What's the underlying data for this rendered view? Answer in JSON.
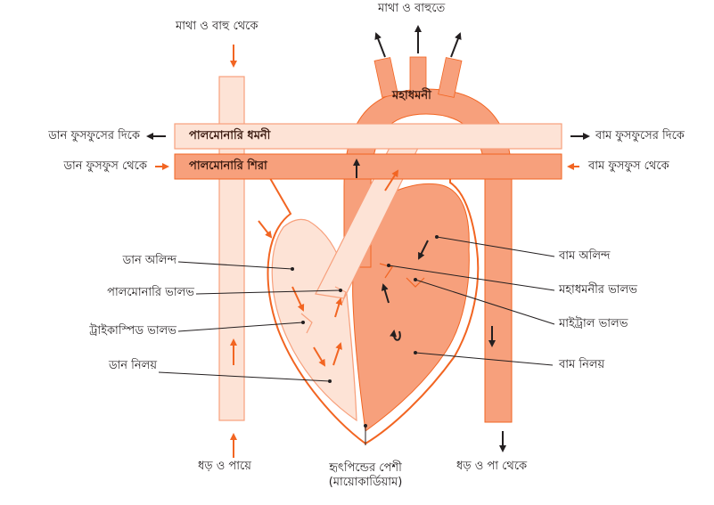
{
  "diagram": {
    "colors": {
      "dark_orange": "#f7a07c",
      "light_orange": "#fde3d6",
      "outline": "#f26522",
      "arrow_black": "#231f20",
      "text": "#231f20"
    },
    "vessels": {
      "pulmonary_artery": "পালমোনারি ধমনী",
      "pulmonary_vein": "পালমোনারি শিরা",
      "aorta": "মহাধমনী"
    },
    "flow_labels": {
      "from_head_arms": "মাথা ও বাহু থেকে",
      "to_head_arms": "মাথা ও বাহুতে",
      "to_right_lung": "ডান ফুসফুসের দিকে",
      "from_right_lung": "ডান ফুসফুস থেকে",
      "to_left_lung": "বাম ফুসফুসের দিকে",
      "from_left_lung": "বাম ফুসফুস থেকে",
      "to_body_legs": "ধড় ও পায়ে",
      "from_body_legs": "ধড় ও পা থেকে"
    },
    "parts": {
      "right_atrium": "ডান অলিন্দ",
      "pulmonary_valve": "পালমোনারি ভালভ",
      "tricuspid_valve": "ট্রাইকাস্পিড ভালভ",
      "right_ventricle": "ডান নিলয়",
      "left_atrium": "বাম অলিন্দ",
      "aortic_valve": "মহাধমনীর ভালভ",
      "mitral_valve": "মাইট্রাল ভালভ",
      "left_ventricle": "বাম নিলয়",
      "myocardium_line1": "হৃৎপিন্ডের পেশী",
      "myocardium_line2": "(মায়োকার্ডিয়াম)"
    }
  }
}
